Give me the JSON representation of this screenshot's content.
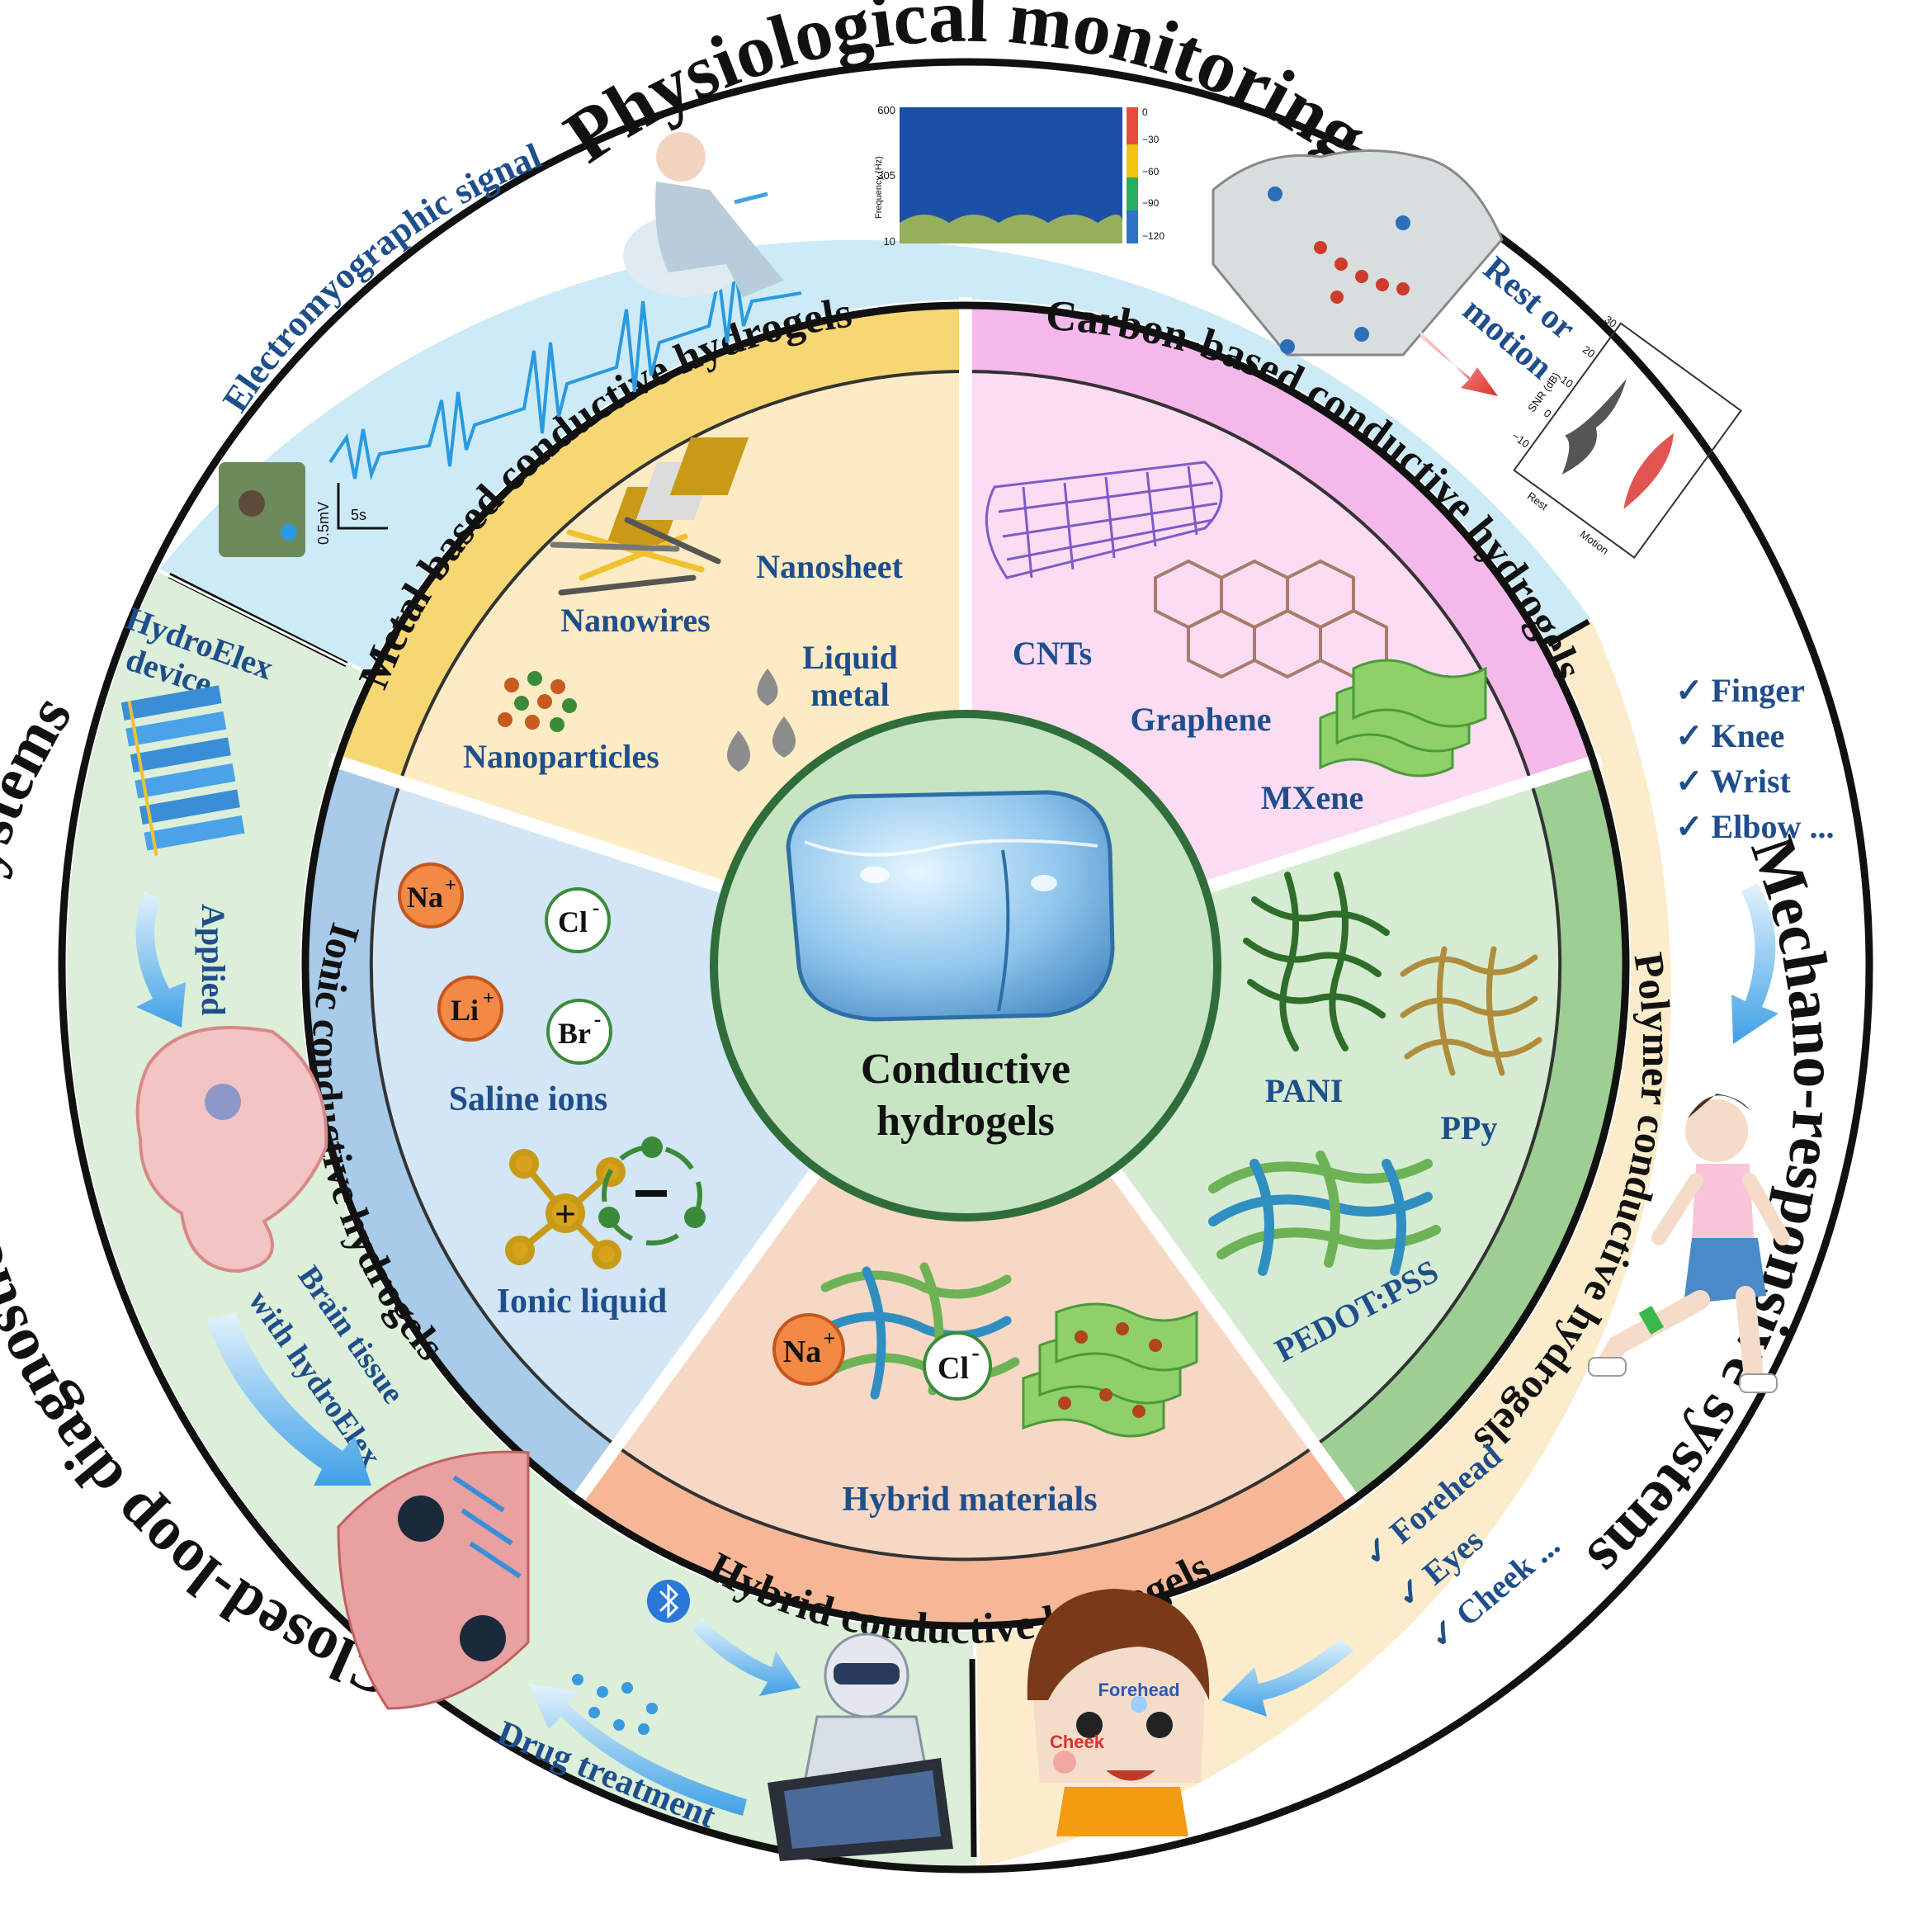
{
  "center": {
    "line1": "Conductive",
    "line2": "hydrogels"
  },
  "outer": {
    "top_title": "Physiological monitoring",
    "right_title": "Mechano-responsive systems",
    "left_title": "Closed-loop diagnostic-therapeutic systems"
  },
  "monitoring": {
    "emg_label": "Electromyographic signal",
    "scale_v": "0.5mV",
    "scale_t": "5s",
    "rest_motion": [
      "Rest or",
      "motion"
    ],
    "spectrogram": {
      "ylabel": "Frequency (Hz)",
      "yticks": [
        "600",
        "305",
        "10"
      ],
      "cticks": [
        "0",
        "−30",
        "−60",
        "−90",
        "−120"
      ]
    },
    "violin": {
      "ylabel": "SNR (dB)",
      "yticks": [
        "30",
        "20",
        "10",
        "0",
        "−10"
      ],
      "xticks": [
        "Rest",
        "Motion"
      ]
    }
  },
  "mechano": {
    "joints": [
      "✓  Finger",
      "✓  Knee",
      "✓  Wrist",
      "✓  Elbow  ..."
    ],
    "face": [
      "✓  Forehead",
      "✓  Eyes",
      "✓  Cheek  ..."
    ],
    "face_labels": [
      "Forehead",
      "Cheek"
    ]
  },
  "closed_loop": {
    "device": [
      "HydroElex",
      "device"
    ],
    "applied": "Applied",
    "brain": [
      "Brain tissue",
      "with hydroElex"
    ],
    "drug": "Drug treatment"
  },
  "segments": {
    "metal": {
      "title": "Metal-based conductive hydrogels",
      "items": [
        "Nanosheet",
        "Nanowires",
        "Liquid",
        "metal",
        "Nanoparticles"
      ]
    },
    "carbon": {
      "title": "Carbon-based conductive hydrogels",
      "items": [
        "CNTs",
        "Graphene",
        "MXene"
      ]
    },
    "polymer": {
      "title": "Polymer conductive hydrogels",
      "items": [
        "PANI",
        "PPy",
        "PEDOT:PSS"
      ]
    },
    "hybrid": {
      "title": "Hybrid conductive hydrogels",
      "items": [
        "Hybrid materials"
      ]
    },
    "ionic": {
      "title": "Ionic conductive hydrogels",
      "items": [
        "Saline ions",
        "Ionic liquid"
      ]
    }
  },
  "ions": {
    "na": "Na",
    "li": "Li",
    "cl": "Cl",
    "br": "Br",
    "plus": "+",
    "minus": "-"
  },
  "colors": {
    "monitoring_bg": "#cdeaf7",
    "mechano_bg": "#fbeccb",
    "closed_loop_bg": "#dcefd8",
    "text_blue": "#1f4e8c"
  }
}
